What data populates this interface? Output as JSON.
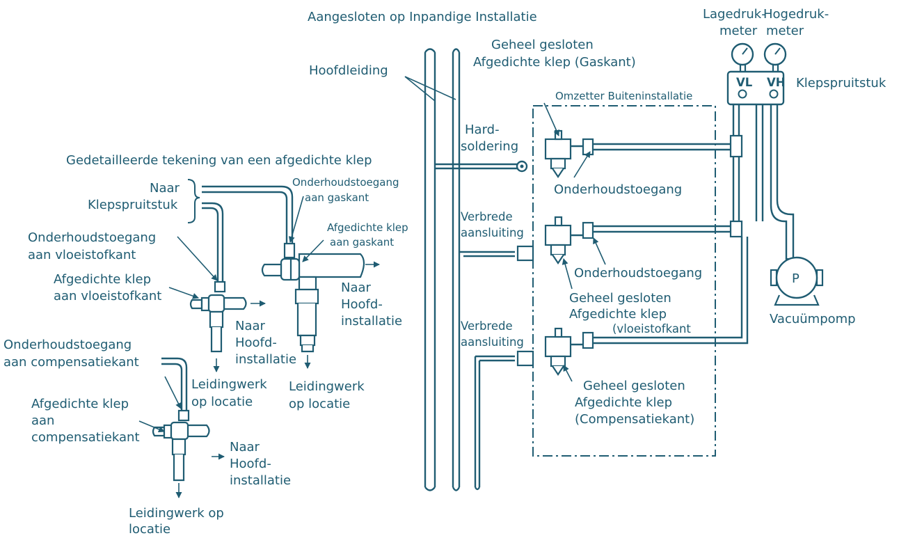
{
  "colors": {
    "ink": "#1f5c72",
    "background": "#ffffff"
  },
  "labels": {
    "header": "Aangesloten op Inpandige Installatie",
    "detail_title": "Gedetailleerde tekening van een afgedichte klep",
    "main_pipe": "Hoofdleiding",
    "gas_closed_1": "Geheel gesloten",
    "gas_closed_2": "Afgedichte klep (Gaskant)",
    "outdoor_unit": "Omzetter Buiteninstallatie",
    "hard_1": "Hard-",
    "hard_2": "soldering",
    "service_port": "Onderhoudstoegang",
    "flare_1": "Verbrede",
    "flare_2": "aansluiting",
    "liq_closed_1": "Geheel gesloten",
    "liq_closed_2": "Afgedichte klep",
    "liq_closed_3": "(vloeistofkant",
    "comp_closed_1": "Geheel gesloten",
    "comp_closed_2": "Afgedichte klep",
    "comp_closed_3": "(Compensatiekant)",
    "low_gauge_1": "Lagedruk-",
    "low_gauge_2": "meter",
    "high_gauge_1": "Hogedruk-",
    "high_gauge_2": "meter",
    "manifold": "Klepspruitstuk",
    "vl": "VL",
    "vh": "VH",
    "pump_letter": "P",
    "vacuum_pump": "Vacuümpomp",
    "naar": "Naar",
    "to_manifold": "Klepspruitstuk",
    "gas_port_1": "Onderhoudstoegang",
    "gas_port_2": "aan gaskant",
    "gas_valve_1": "Afgedichte klep",
    "gas_valve_2": "aan gaskant",
    "liq_port_1": "Onderhoudstoegang",
    "liq_port_2": "aan vloeistofkant",
    "liq_valve_1": "Afgedichte klep",
    "liq_valve_2": "aan vloeistofkant",
    "to_main_1": "Naar",
    "to_main_2": "Hoofd-",
    "to_main_3": "installatie",
    "field_pipe_1": "Leidingwerk",
    "field_pipe_2": "op locatie",
    "comp_port_1": "Onderhoudstoegang",
    "comp_port_2": "aan compensatiekant",
    "comp_valve_1": "Afgedichte klep",
    "comp_valve_2": "aan",
    "comp_valve_3": "compensatiekant",
    "field_pipe_alt_1": "Leidingwerk op",
    "field_pipe_alt_2": "locatie"
  }
}
